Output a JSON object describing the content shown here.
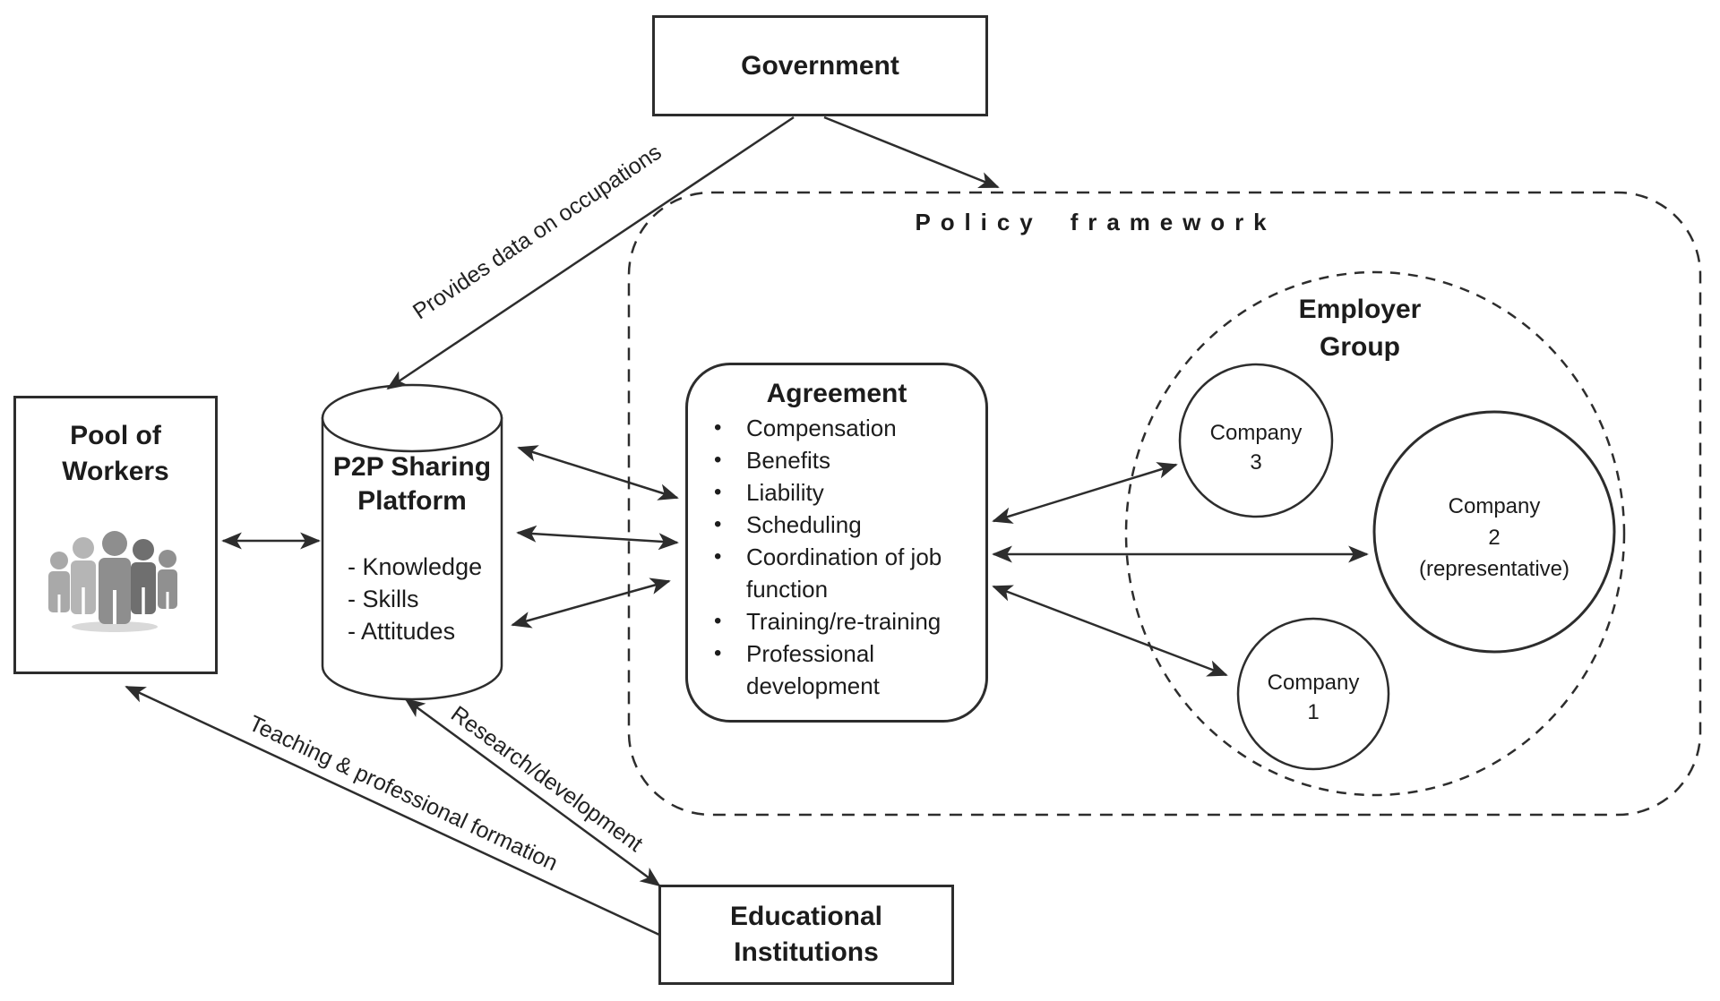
{
  "nodes": {
    "government": {
      "label": "Government"
    },
    "policy_framework": {
      "label": "Policy framework"
    },
    "pool_of_workers": {
      "lines": [
        "Pool of",
        "Workers"
      ]
    },
    "p2p_platform": {
      "title_lines": [
        "P2P Sharing",
        "Platform"
      ],
      "items": [
        "- Knowledge",
        "- Skills",
        "- Attitudes"
      ]
    },
    "agreement": {
      "title": "Agreement",
      "bullet_glyph": "•",
      "bullets": [
        "Compensation",
        "Benefits",
        "Liability",
        "Scheduling",
        "Coordination of job function",
        "Training/re-training",
        "Professional development"
      ]
    },
    "employer_group": {
      "lines": [
        "Employer",
        "Group"
      ]
    },
    "company_3": {
      "lines": [
        "Company",
        "3"
      ]
    },
    "company_2": {
      "lines": [
        "Company",
        "2",
        "(representative)"
      ]
    },
    "company_1": {
      "lines": [
        "Company",
        "1"
      ]
    },
    "educational_institutions": {
      "lines": [
        "Educational",
        "Institutions"
      ]
    }
  },
  "edge_labels": {
    "provides_data": "Provides data on occupations",
    "research_development": "Research/development",
    "teaching_formation": "Teaching & professional formation"
  },
  "colors": {
    "line": "#2d2d2d",
    "text": "#1c1c1c",
    "background": "#ffffff",
    "worker_shades": [
      "#a9a9a9",
      "#b5b5b5",
      "#8e8e8e",
      "#6f6f6f",
      "#909090"
    ],
    "worker_shadow": "#d9d9d9"
  }
}
